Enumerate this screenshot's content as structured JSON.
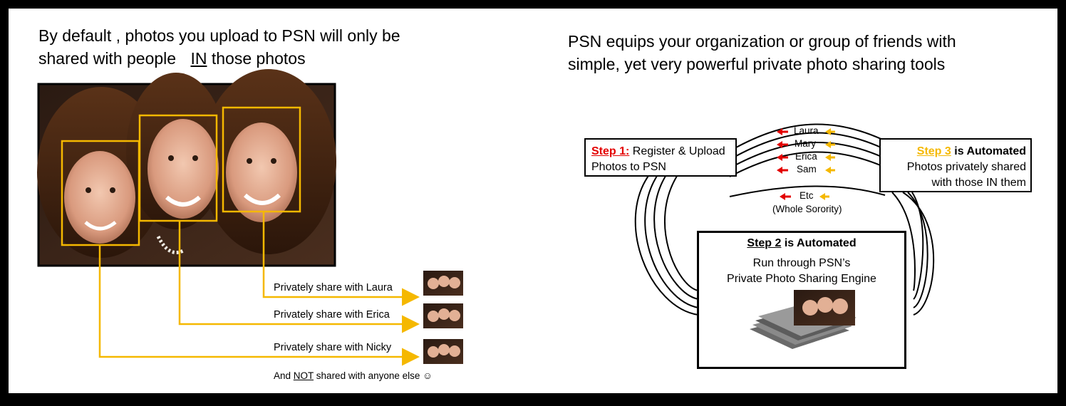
{
  "left": {
    "title_line1_pre": "By default , photos you upload to PSN will only be",
    "title_line2_pre": "shared with people ",
    "title_emph": "IN",
    "title_line2_post": " those photos",
    "shares": [
      "Privately share with Laura",
      "Privately share with Erica",
      "Privately share with Nicky"
    ],
    "footer_pre": "And ",
    "footer_emph": "NOT",
    "footer_post": " shared with anyone else ☺"
  },
  "right": {
    "title_line1": "PSN equips your organization or group of friends with",
    "title_line2": "simple, yet very powerful private photo sharing tools",
    "step1_label": "Step 1:",
    "step1_text_a": " Register & Upload",
    "step1_text_b": "Photos to PSN",
    "step3_label": "Step 3",
    "step3_text_a": " is Automated",
    "step3_text_b": "Photos privately shared",
    "step3_text_c": "with those IN them",
    "step2_label": "Step 2",
    "step2_text_a": " is Automated",
    "step2_text_b": "Run through PSN’s",
    "step2_text_c": "Private Photo Sharing Engine",
    "names": [
      "Laura",
      "Mary",
      "Erica",
      "Sam",
      "Etc"
    ],
    "names_note": "(Whole Sorority)"
  },
  "colors": {
    "face_box": "#f5b800",
    "arrow_red": "#e30000",
    "arrow_gold": "#f5b800"
  },
  "icons": [
    "face-photo",
    "thumbnail-photo",
    "photo-stack"
  ]
}
